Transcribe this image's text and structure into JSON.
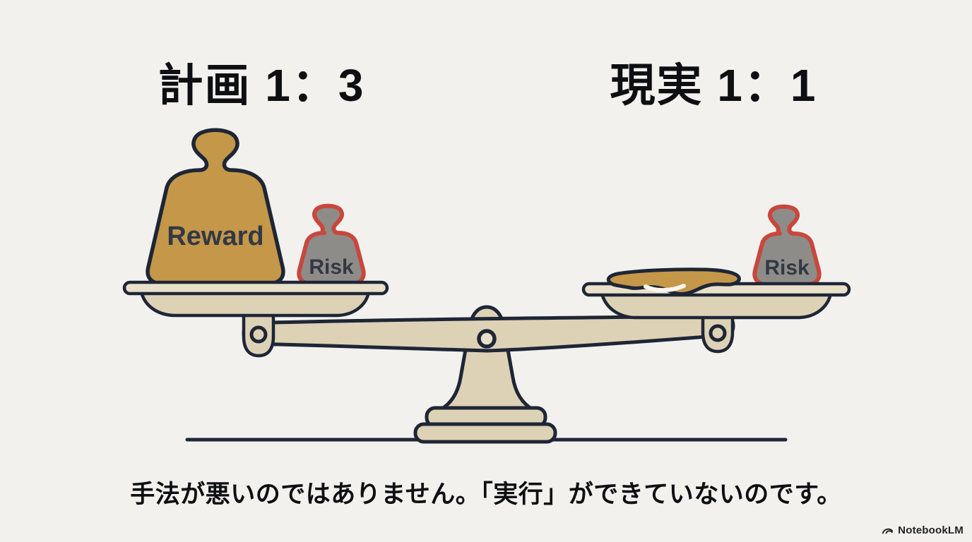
{
  "titles": {
    "left": "計画 1：3",
    "right": "現実 1：1"
  },
  "scale": {
    "reward_label": "Reward",
    "risk_left_label": "Risk",
    "risk_right_label": "Risk"
  },
  "caption": "手法が悪いのではありません。「実行」ができていないのです。",
  "watermark": {
    "label": "NotebookLM"
  },
  "colors": {
    "background": "#f2f1ee",
    "outline": "#1e2636",
    "beige": "#ddd2b6",
    "beige_light": "#e9e0ca",
    "gold": "#c49749",
    "gray": "#8e8c88",
    "red": "#c8473d",
    "label": "#333845",
    "text": "#0e0f12",
    "highlight": "#f8f5ec"
  }
}
